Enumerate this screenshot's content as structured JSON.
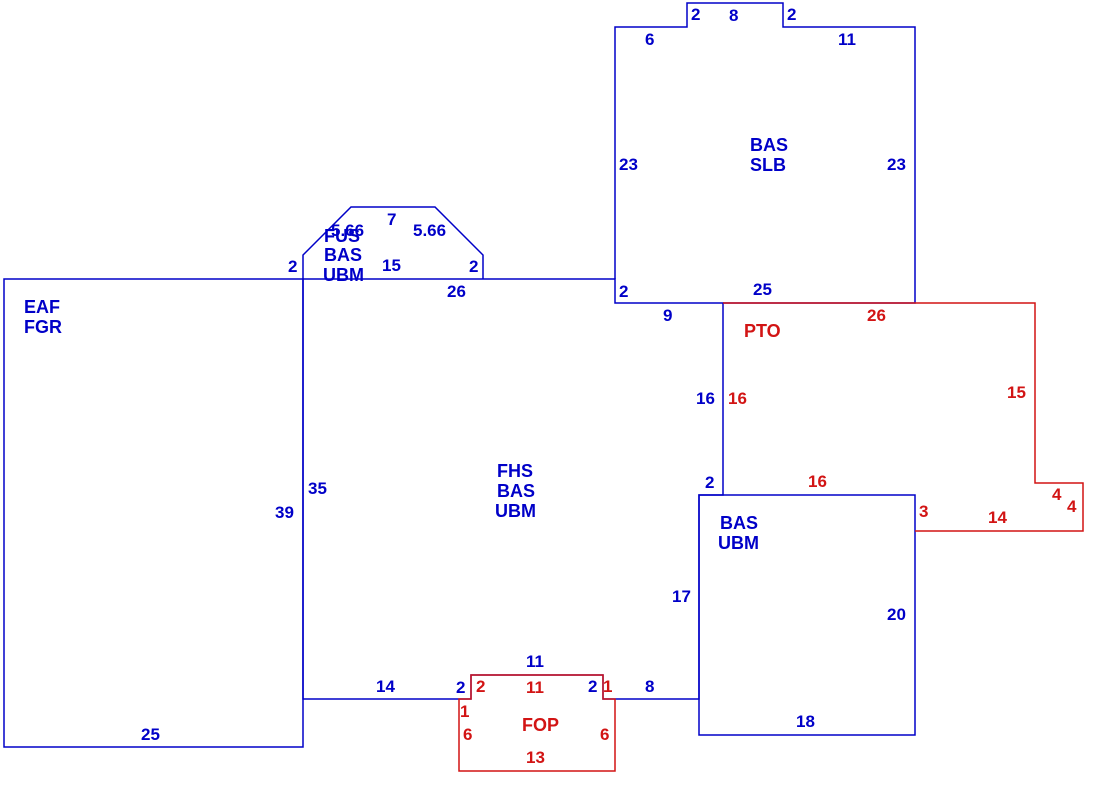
{
  "colors": {
    "main": "#0000c8",
    "porch": "#d21414",
    "background": "#ffffff"
  },
  "areas": {
    "eaf": {
      "code": "EAF",
      "sub": "FGR"
    },
    "fhs": {
      "code": "FHS",
      "sub1": "BAS",
      "sub2": "UBM"
    },
    "fus": {
      "code": "FUS",
      "sub1": "BAS",
      "sub2": "UBM"
    },
    "bas_slb": {
      "code": "BAS",
      "sub": "SLB"
    },
    "bas_ubm": {
      "code": "BAS",
      "sub": "UBM"
    },
    "pto": {
      "code": "PTO"
    },
    "fop": {
      "code": "FOP"
    }
  },
  "dims": {
    "eaf_bottom": "25",
    "eaf_side": "39",
    "fhs_left": "35",
    "fhs_bottom_left": "14",
    "fhs_notch_left": "2",
    "fhs_notch_top": "11",
    "fhs_notch_right": "2",
    "fhs_bottom_right": "8",
    "fhs_right_lower": "17",
    "fhs_step": "2",
    "fhs_right_upper": "16",
    "fhs_top_right": "9",
    "fhs_top_step": "2",
    "fhs_top": "26",
    "fus_left": "2",
    "fus_diag_left": "5.66",
    "fus_top": "7",
    "fus_diag_right": "5.66",
    "fus_right": "2",
    "fus_bottom": "15",
    "slb_top_left": "6",
    "slb_bump_left": "2",
    "slb_bump_top": "8",
    "slb_bump_right": "2",
    "slb_top_right": "11",
    "slb_left": "23",
    "slb_right": "23",
    "slb_bottom": "25",
    "ubm_bottom": "18",
    "ubm_right": "20",
    "pto_top": "26",
    "pto_right": "15",
    "pto_jog_a": "4",
    "pto_jog_b": "4",
    "pto_bottom": "14",
    "pto_step": "3",
    "pto_bottom_left": "16",
    "pto_left": "16",
    "fop_step_left_top": "2",
    "fop_step_left_side": "1",
    "fop_top": "11",
    "fop_step_right_top": "2",
    "fop_step_right_side": "1",
    "fop_left": "6",
    "fop_right": "6",
    "fop_bottom": "13"
  }
}
